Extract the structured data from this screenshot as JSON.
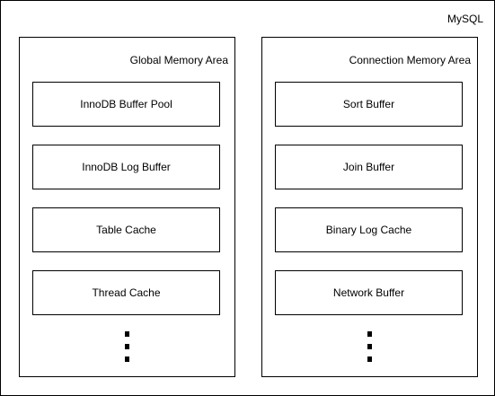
{
  "diagram": {
    "title": "MySQL",
    "areas": [
      {
        "label": "Global Memory Area",
        "items": [
          "InnoDB Buffer Pool",
          "InnoDB Log Buffer",
          "Table Cache",
          "Thread Cache"
        ]
      },
      {
        "label": "Connection Memory Area",
        "items": [
          "Sort Buffer",
          "Join Buffer",
          "Binary Log Cache",
          "Network Buffer"
        ]
      }
    ]
  }
}
